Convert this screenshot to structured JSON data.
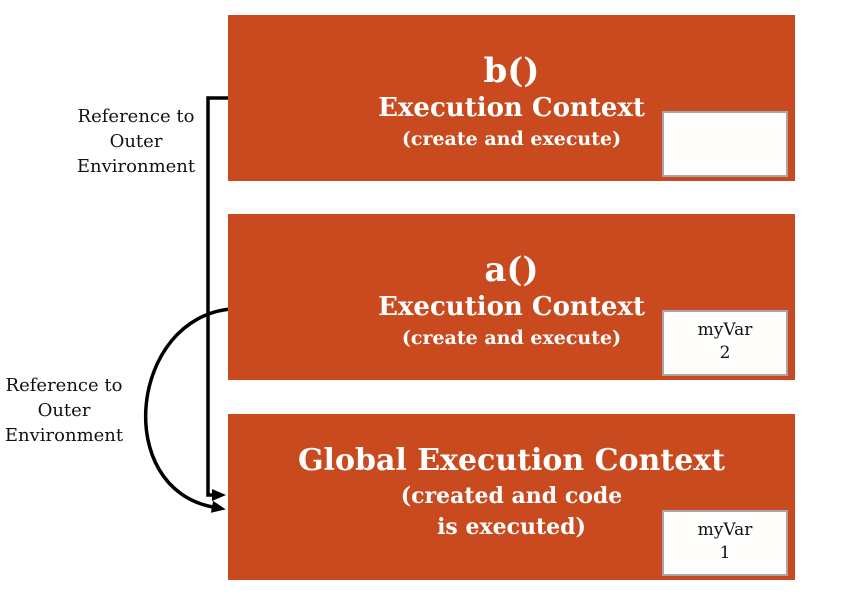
{
  "diagram": {
    "colors": {
      "box_fill": "#C84A1E",
      "box_text": "#FFFFFF",
      "arrow": "#000000",
      "label_text": "#111111",
      "value_box_fill": "#FFFEFC",
      "value_box_border": "#A6A6A6",
      "background": "#FFFFFF"
    },
    "reference_labels": [
      {
        "lines": [
          "Reference to",
          "Outer",
          "Environment"
        ]
      },
      {
        "lines": [
          "Reference to",
          "Outer",
          "Environment"
        ]
      }
    ],
    "boxes": [
      {
        "id": "b",
        "title": "b()",
        "subtitle": "Execution Context",
        "note": "(create and execute)",
        "variable": {
          "name": "",
          "value": ""
        }
      },
      {
        "id": "a",
        "title": "a()",
        "subtitle": "Execution Context",
        "note": "(create and execute)",
        "variable": {
          "name": "myVar",
          "value": "2"
        }
      },
      {
        "id": "global",
        "title": "Global Execution Context",
        "note_lines": [
          "(created and code",
          "is executed)"
        ],
        "variable": {
          "name": "myVar",
          "value": "1"
        }
      }
    ],
    "arrows": [
      {
        "name": "reference-arrow-top",
        "from": "b() Execution Context",
        "to": "Global Execution Context",
        "style": "right-angle bracket"
      },
      {
        "name": "reference-arrow-bottom",
        "from": "a() Execution Context",
        "to": "Global Execution Context",
        "style": "curved arc"
      }
    ]
  }
}
